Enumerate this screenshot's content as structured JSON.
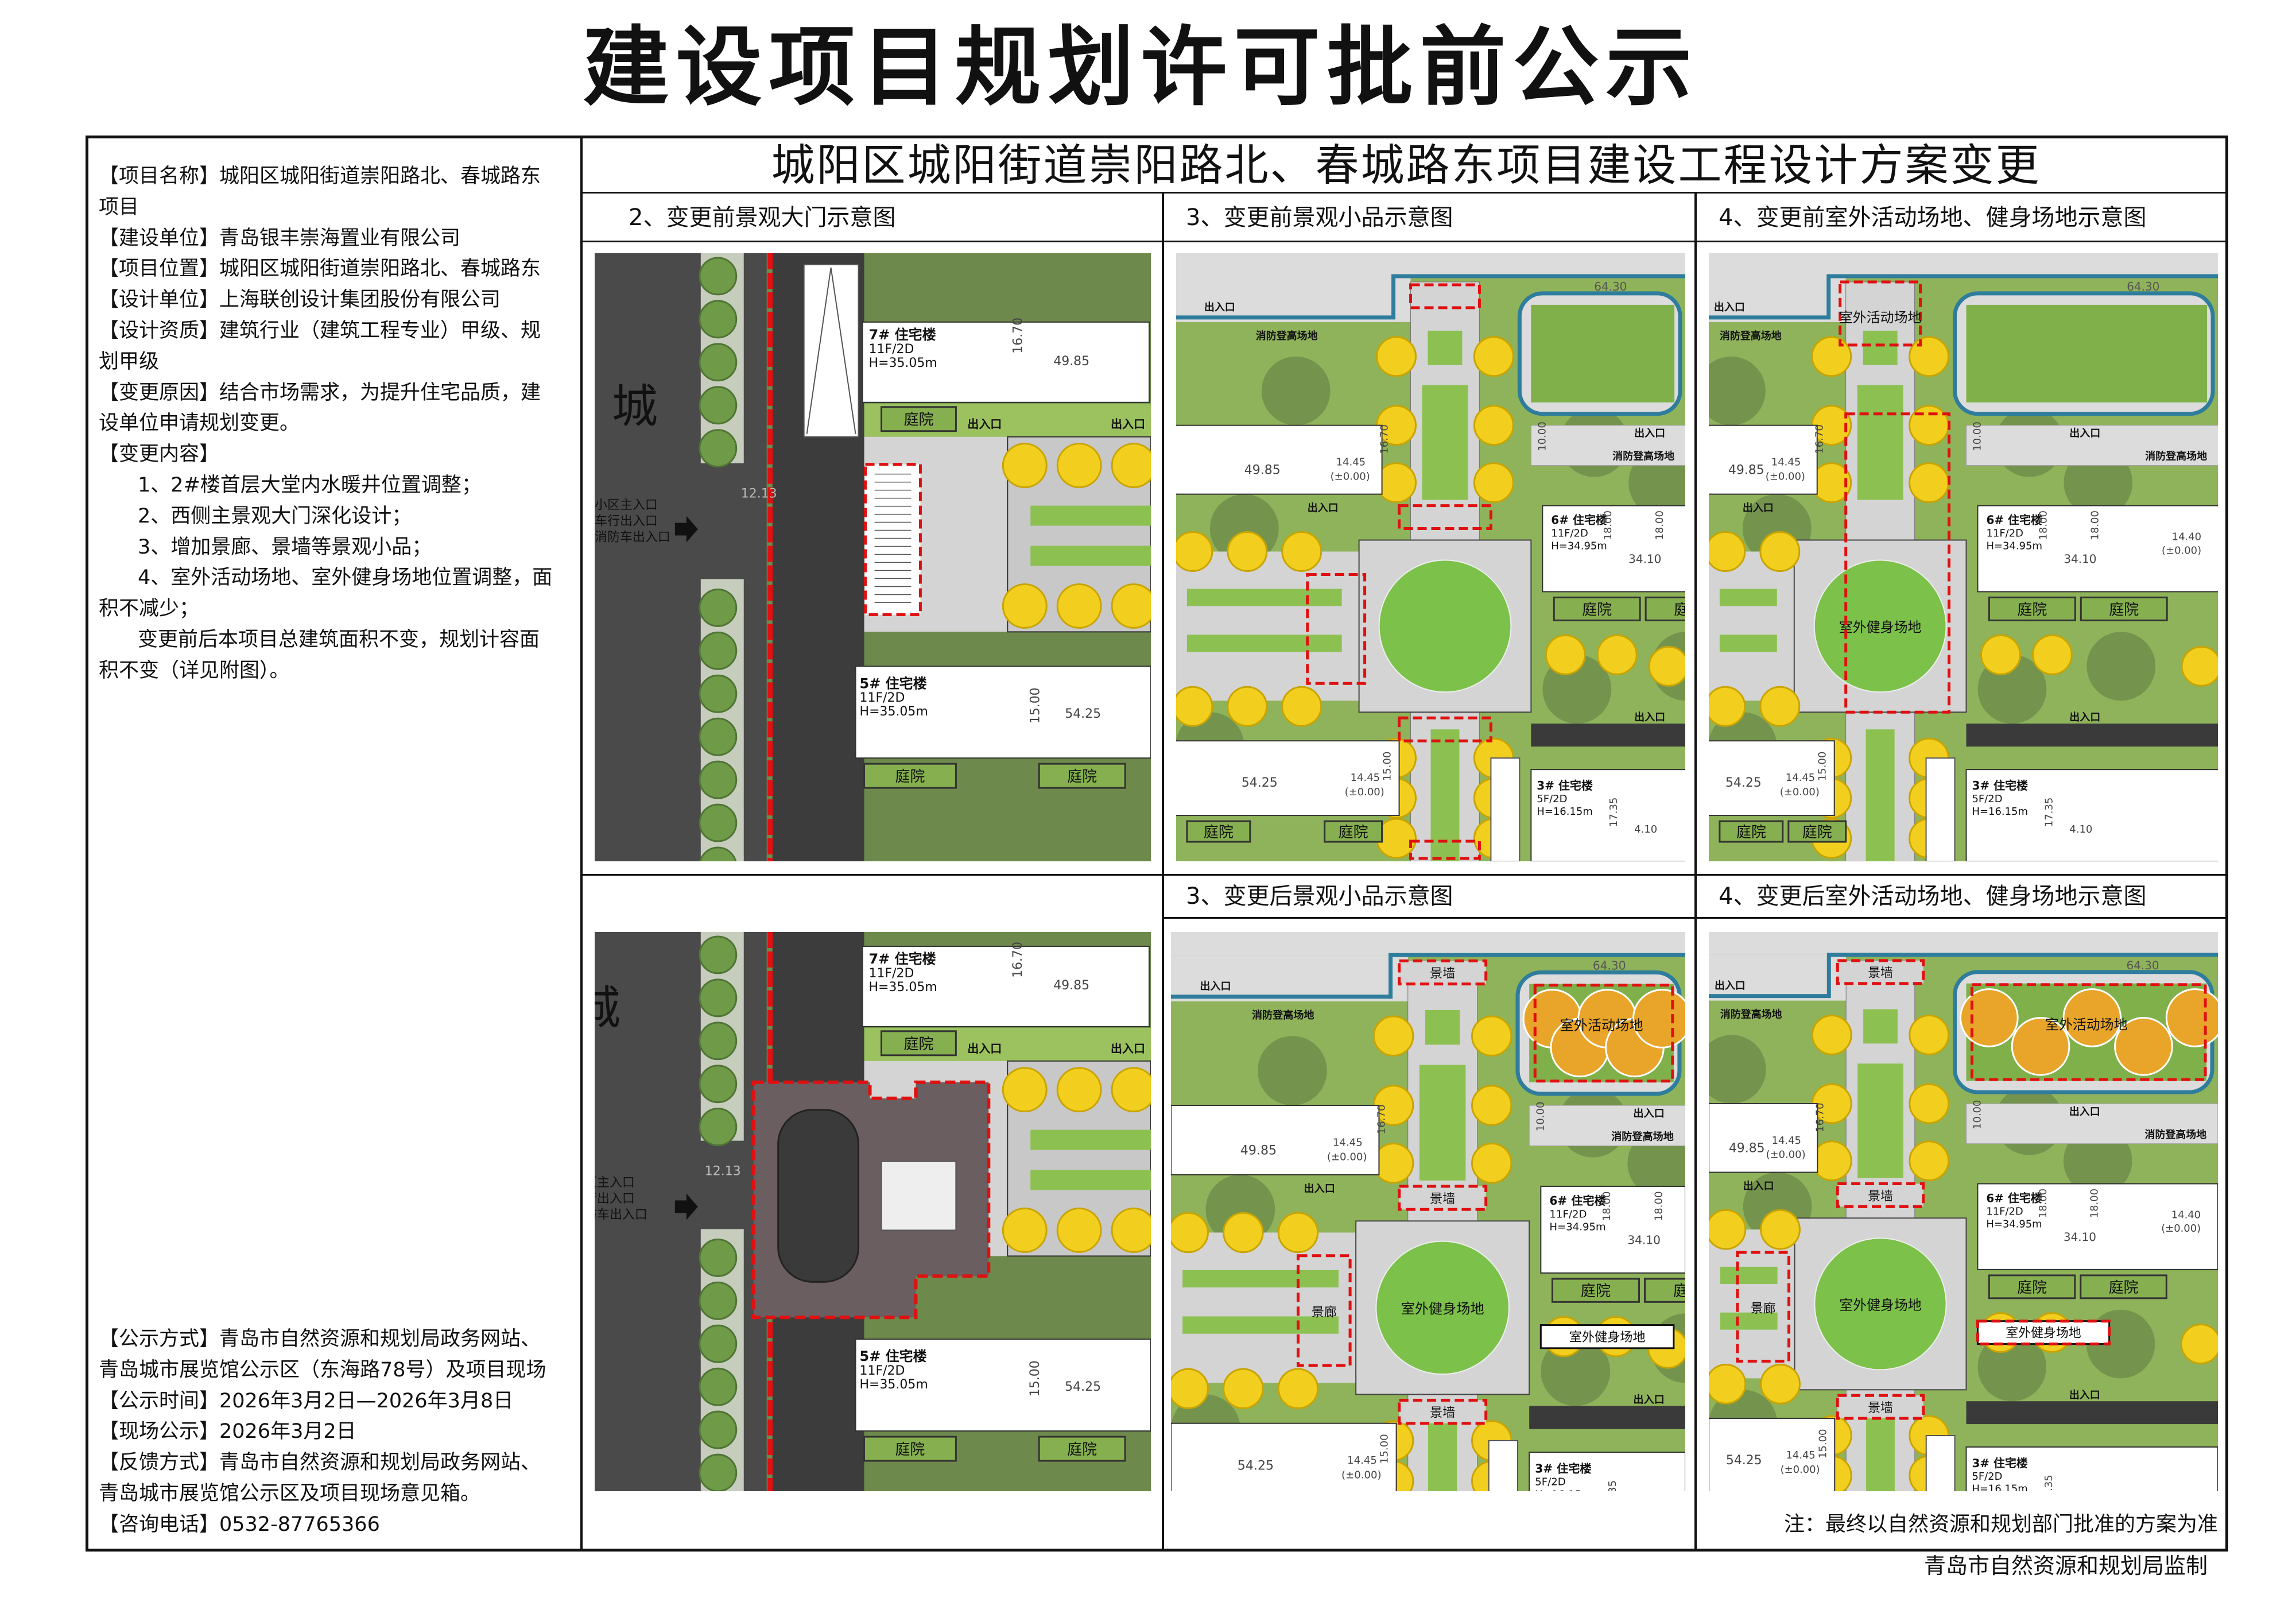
{
  "title": "建设项目规划许可批前公示",
  "header": "城阳区城阳街道崇阳路北、春城路东项目建设工程设计方案变更",
  "info_lines": [
    "【项目名称】城阳区城阳街道崇阳路北、春城路东",
    "项目",
    "【建设单位】青岛银丰崇海置业有限公司",
    "【项目位置】城阳区城阳街道崇阳路北、春城路东",
    "【设计单位】上海联创设计集团股份有限公司",
    "【设计资质】建筑行业（建筑工程专业）甲级、规",
    "划甲级",
    "【变更原因】结合市场需求，为提升住宅品质，建",
    "设单位申请规划变更。",
    "【变更内容】",
    "1、2#楼首层大堂内水暖井位置调整；",
    "2、西侧主景观大门深化设计；",
    "3、增加景廊、景墙等景观小品；",
    "4、室外活动场地、室外健身场地位置调整，面",
    "积不减少；",
    "变更前后本项目总建筑面积不变，规划计容面",
    "积不变（详见附图）。"
  ],
  "publicity_lines": [
    "【公示方式】青岛市自然资源和规划局政务网站、",
    "青岛城市展览馆公示区（东海路78号）及项目现场",
    "【公示时间】2026年3月2日—2026年3月8日",
    "【现场公示】2026年3月2日",
    "【反馈方式】青岛市自然资源和规划局政务网站、",
    "青岛城市展览馆公示区及项目现场意见箱。",
    "【咨询电话】0532-87765366"
  ],
  "sections": {
    "gate_before": "2、变更前景观大门示意图",
    "features_before": "3、变更前景观小品示意图",
    "areas_before": "4、变更前室外活动场地、健身场地示意图",
    "features_after": "3、变更后景观小品示意图",
    "areas_after": "4、变更后室外活动场地、健身场地示意图"
  },
  "gate_labels": {
    "road_char": "城",
    "entrance": [
      "小区主入口",
      "车行出入口",
      "消防车出入口"
    ],
    "road_width": "12.13"
  },
  "plan_labels": {
    "courtyard": "庭院",
    "entrance": "出入口",
    "fire_lane": "消防登高场地",
    "activity_area": "室外活动场地",
    "fitness_area": "室外健身场地",
    "feature_wall": "景墙",
    "gallery": "景廊",
    "elevation": "14.45",
    "elevation_6": "14.40",
    "datum": "(±0.00)",
    "b7": {
      "name": "7# 住宅楼",
      "floors": "11F/2D",
      "height": "H=35.05m",
      "depth": "16.70",
      "length": "49.85"
    },
    "b5": {
      "name": "5# 住宅楼",
      "floors": "11F/2D",
      "height": "H=35.05m",
      "depth": "15.00",
      "length": "54.25"
    },
    "b6": {
      "name": "6# 住宅楼",
      "floors": "11F/2D",
      "height": "H=34.95m",
      "depth": "18.00",
      "length": "34.10"
    },
    "b3": {
      "name": "3# 住宅楼",
      "floors": "5F/2D",
      "height": "H=16.15m",
      "depth": "17.35",
      "length": "4.10"
    },
    "lane_length": "64.30",
    "lane_width": "10.00"
  },
  "note": "注：最终以自然资源和规划部门批准的方案为准",
  "footer": "青岛市自然资源和规划局监制",
  "colors": {
    "grass": "#8fb35a",
    "paving": "#d4d4d4",
    "tree_yellow": "#f2cf1e",
    "highlight": "#e01010",
    "pipe": "#2f7d9c",
    "activity": "#e9a52a"
  }
}
